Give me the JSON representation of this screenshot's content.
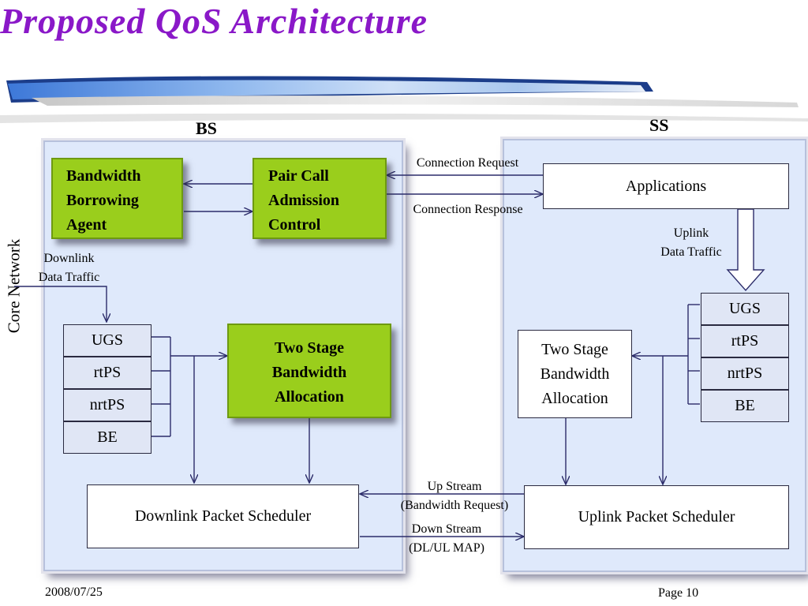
{
  "slide": {
    "title": "Proposed  QoS  Architecture",
    "date": "2008/07/25",
    "page": "Page 10"
  },
  "bs": {
    "label": "BS",
    "bandwidth_borrowing_agent": [
      "Bandwidth",
      "Borrowing",
      "Agent"
    ],
    "pair_call_admission_control": [
      "Pair Call",
      "Admission",
      "Control"
    ],
    "two_stage_bandwidth_allocation": [
      "Two Stage",
      "Bandwidth",
      "Allocation"
    ],
    "queues": [
      "UGS",
      "rtPS",
      "nrtPS",
      "BE"
    ],
    "downlink_packet_scheduler": "Downlink Packet Scheduler",
    "downlink_data_traffic": [
      "Downlink",
      "Data Traffic"
    ]
  },
  "ss": {
    "label": "SS",
    "applications": "Applications",
    "uplink_data_traffic": [
      "Uplink",
      "Data Traffic"
    ],
    "queues": [
      "UGS",
      "rtPS",
      "nrtPS",
      "BE"
    ],
    "two_stage_bandwidth_allocation": [
      "Two Stage",
      "Bandwidth",
      "Allocation"
    ],
    "uplink_packet_scheduler": "Uplink Packet Scheduler"
  },
  "core_network": "Core Network",
  "links": {
    "connection_request": "Connection Request",
    "connection_response": "Connection Response",
    "up_stream": [
      "Up Stream",
      "(Bandwidth Request)"
    ],
    "down_stream": [
      "Down Stream",
      "(DL/UL MAP)"
    ]
  },
  "colors": {
    "title": "#8a18c8",
    "panel_fill": "#dfe9fb",
    "green_box": "#9ace1c",
    "queue_fill": "#e0e6f5",
    "line": "#2c2c6a"
  }
}
